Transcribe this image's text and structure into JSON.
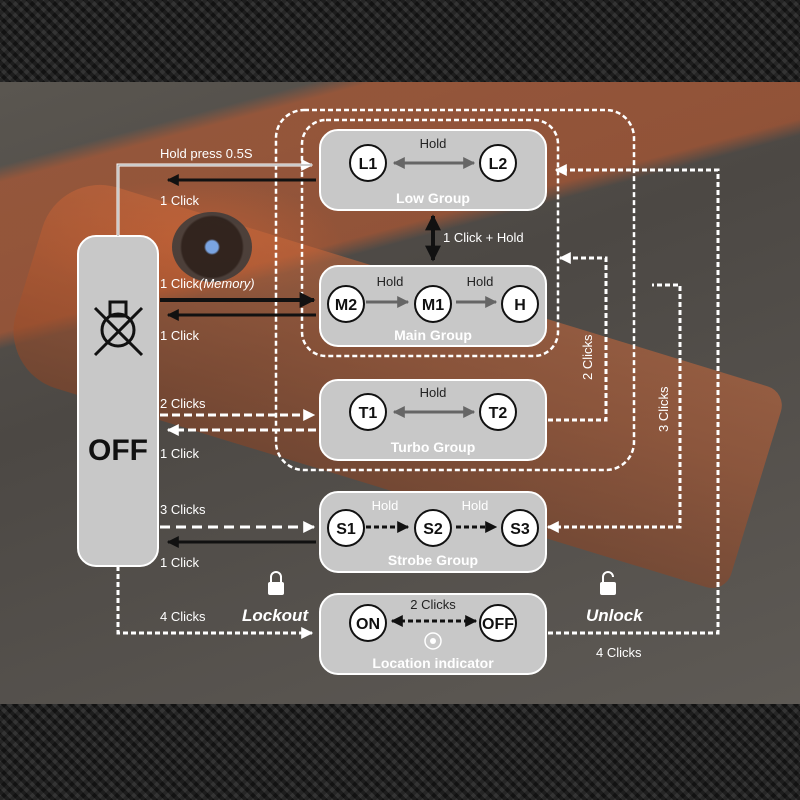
{
  "off_block": {
    "label": "OFF"
  },
  "groups": {
    "low": {
      "name": "Low Group",
      "modes": [
        "L1",
        "L2"
      ],
      "link": "Hold"
    },
    "main": {
      "name": "Main Group",
      "modes": [
        "M2",
        "M1",
        "H"
      ],
      "links": [
        "Hold",
        "Hold"
      ]
    },
    "turbo": {
      "name": "Turbo Group",
      "modes": [
        "T1",
        "T2"
      ],
      "link": "Hold"
    },
    "strobe": {
      "name": "Strobe Group",
      "modes": [
        "S1",
        "S2",
        "S3"
      ],
      "links": [
        "Hold",
        "Hold"
      ]
    },
    "location": {
      "name": "Location indicator",
      "modes": [
        "ON",
        "OFF"
      ],
      "link": "2 Clicks"
    }
  },
  "transitions": {
    "hold_press": "Hold press 0.5S",
    "low_back": "1 Click",
    "low_main": "1 Click + Hold",
    "memory": "1 Click",
    "memory_note": "(Memory)",
    "main_back": "1 Click",
    "turbo_in": "2 Clicks",
    "turbo_back": "1 Click",
    "strobe_in": "3 Clicks",
    "strobe_back": "1 Click",
    "lockout_in": "4 Clicks",
    "lockout": "Lockout",
    "unlock": "Unlock",
    "unlock_clicks": "4 Clicks",
    "side_2clicks": "2 Clicks",
    "side_3clicks": "3 Clicks"
  }
}
